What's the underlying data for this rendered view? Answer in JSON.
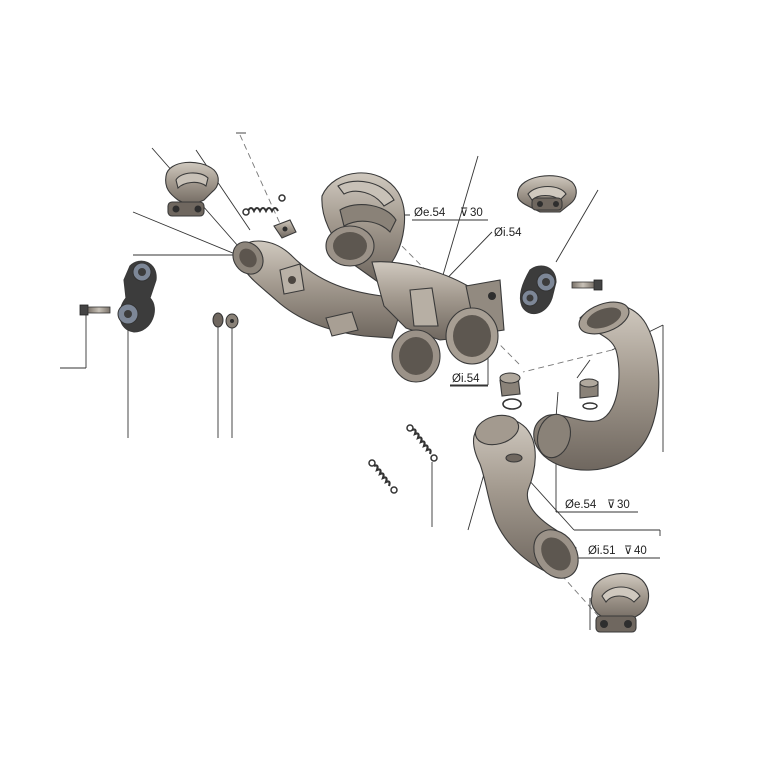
{
  "colors": {
    "metal": "#a39a8f",
    "metal_light": "#c8c1b7",
    "metal_dark": "#6f675f",
    "rubber": "#3c3c3c",
    "washer": "#7d8797"
  },
  "callouts": {
    "header_outlet_dim": "Øe.54",
    "header_outlet_depth": "30",
    "header_inner_dim": "Øi.54",
    "collector_inlet_dim": "Øi.54",
    "bend_outlet_dim": "Øe.54",
    "bend_outlet_depth": "30",
    "lower_pipe_dim": "Øi.51",
    "lower_pipe_depth": "40"
  }
}
